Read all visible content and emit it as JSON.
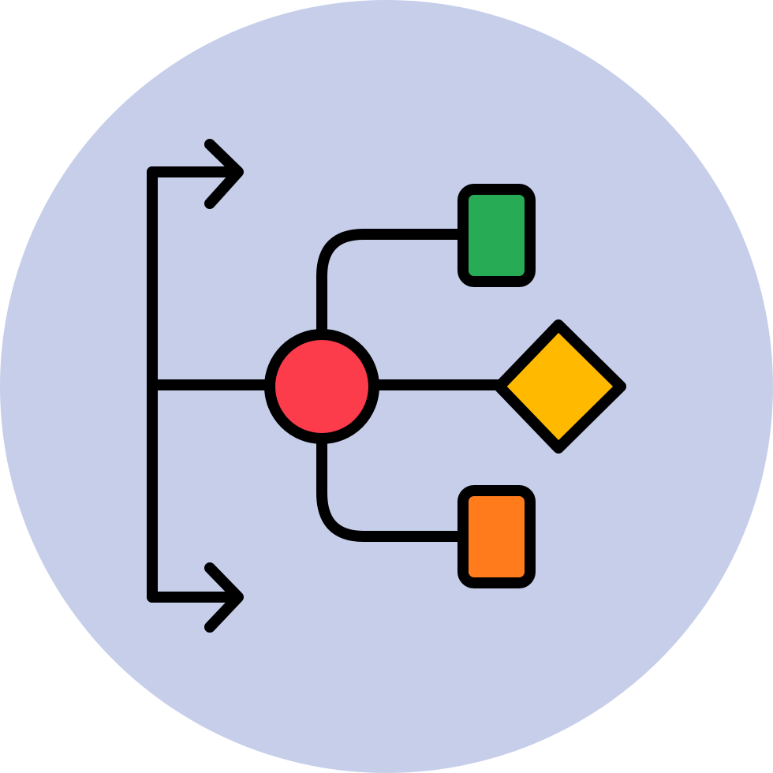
{
  "icon": {
    "name": "workflow-hierarchy-icon",
    "background_color": "#C6CEEA",
    "stroke_color": "#000000",
    "nodes": {
      "hub": {
        "shape": "circle",
        "color": "#FC3B4B"
      },
      "top": {
        "shape": "rounded-square",
        "color": "#27AB54"
      },
      "middle": {
        "shape": "diamond",
        "color": "#FFBA00"
      },
      "bottom": {
        "shape": "rounded-square",
        "color": "#FF7B1B"
      }
    },
    "arrows": [
      "top-arrow",
      "bottom-arrow"
    ]
  }
}
